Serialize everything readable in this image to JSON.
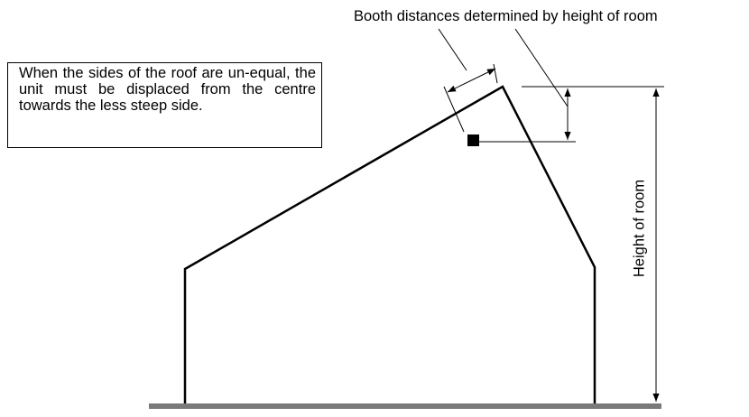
{
  "note": {
    "text": "When the sides of the roof are un-equal, the unit must be displaced from the centre towards the less steep side."
  },
  "labels": {
    "booth_distances": "Booth distances determined by height of room",
    "height_of_room": "Height of room"
  },
  "colors": {
    "line": "#000000",
    "floor": "#7a7a7a",
    "background": "#ffffff"
  }
}
